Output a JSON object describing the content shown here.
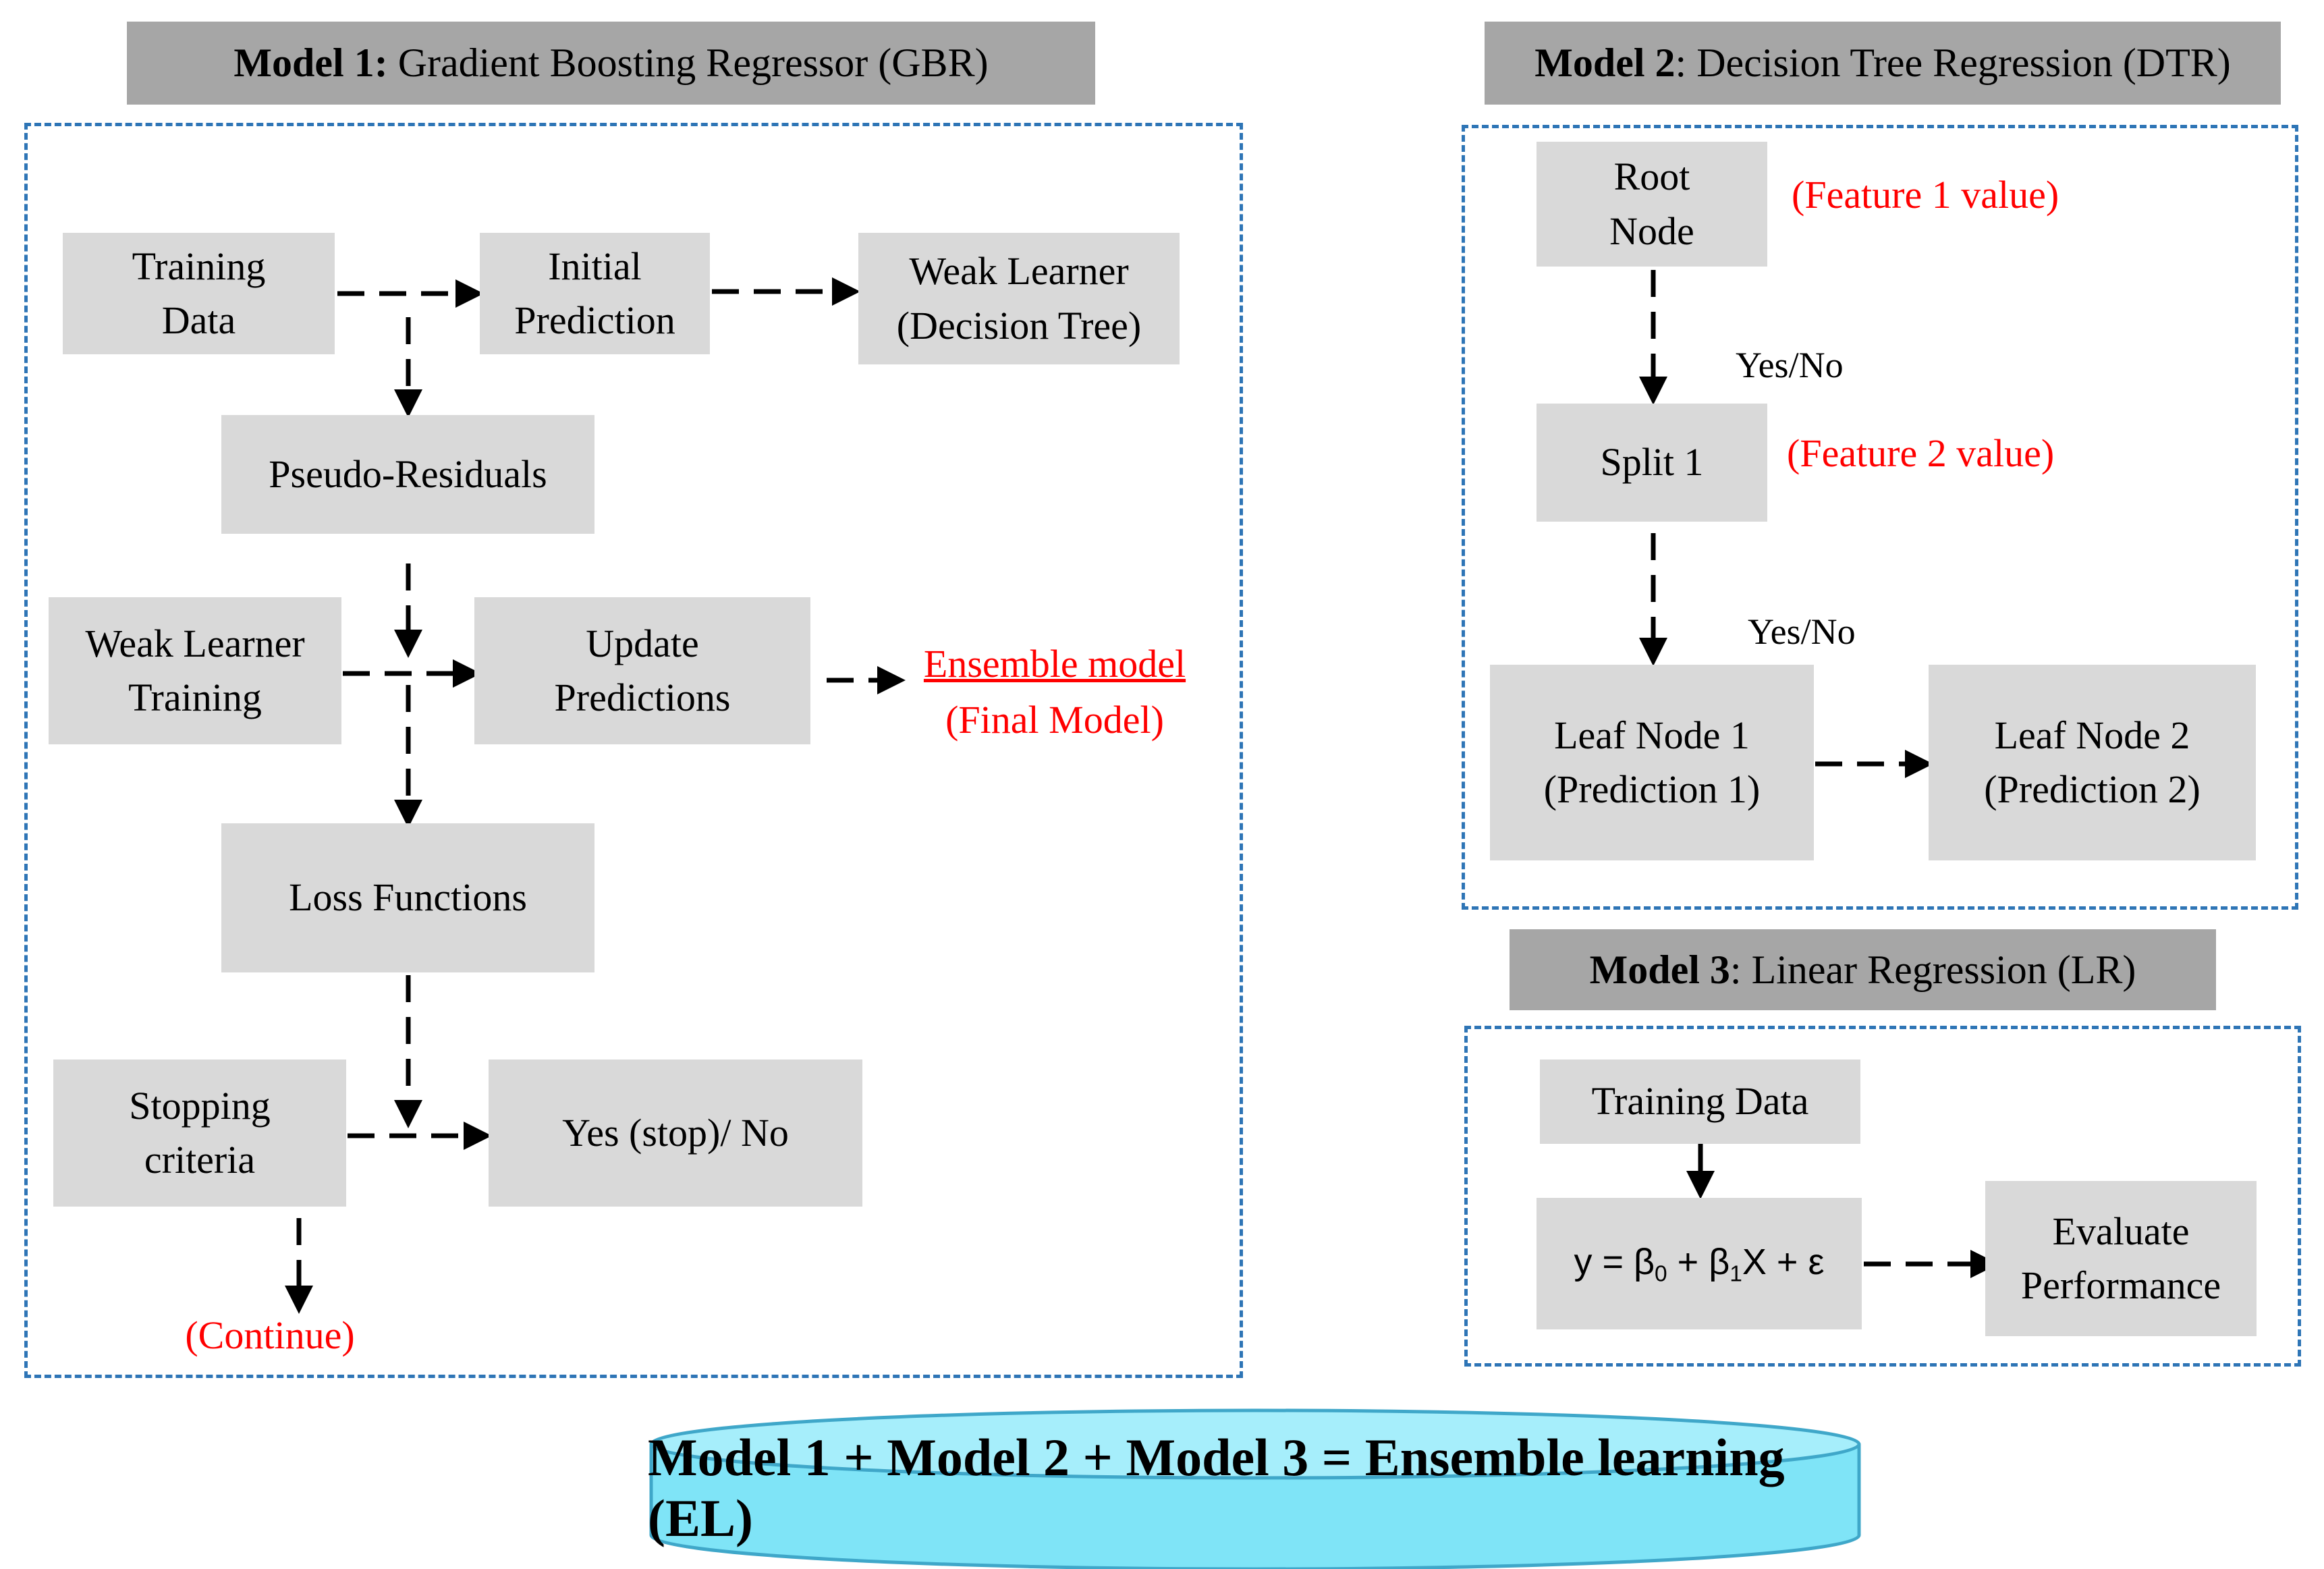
{
  "model1": {
    "header_bold": "Model 1:",
    "header_rest": " Gradient Boosting Regressor (GBR)",
    "training_data": [
      "Training",
      "Data"
    ],
    "initial_prediction": [
      "Initial",
      "Prediction"
    ],
    "weak_learner": [
      "Weak Learner",
      "(Decision Tree)"
    ],
    "pseudo_residuals": "Pseudo-Residuals",
    "weak_learner_training": [
      "Weak Learner",
      "Training"
    ],
    "update_predictions": [
      "Update",
      "Predictions"
    ],
    "ensemble_model": "Ensemble model",
    "final_model": "(Final Model)",
    "loss_functions": "Loss Functions",
    "stopping_criteria": [
      "Stopping",
      "criteria"
    ],
    "yes_stop_no": "Yes (stop)/ No",
    "continue": "(Continue)"
  },
  "model2": {
    "header_bold": "Model 2",
    "header_rest": ": Decision Tree Regression (DTR)",
    "root_node": [
      "Root",
      "Node"
    ],
    "feature1": "(Feature 1 value)",
    "yes_no_1": "Yes/No",
    "split1": "Split 1",
    "feature2": "(Feature 2 value)",
    "yes_no_2": "Yes/No",
    "leaf1": [
      "Leaf Node 1",
      "(Prediction 1)"
    ],
    "leaf2": [
      "Leaf Node 2",
      "(Prediction 2)"
    ]
  },
  "model3": {
    "header_bold": "Model 3",
    "header_rest": ": Linear Regression (LR)",
    "training_data": "Training Data",
    "equation": {
      "y": "y = β",
      "sub0": "0",
      "plus": " + β",
      "sub1": "1",
      "rest": "X + ε"
    },
    "evaluate": [
      "Evaluate",
      "Performance"
    ]
  },
  "ensemble": {
    "label": "Model 1 + Model 2 + Model 3 = Ensemble learning (EL)"
  },
  "colors": {
    "box_fill": "#d9d9d9",
    "header_fill": "#a6a6a6",
    "frame_blue": "#2e75b6",
    "annotation_red": "#ff0000",
    "cylinder_fill": "#7fe4f7",
    "cylinder_stroke": "#3fa7c9"
  }
}
